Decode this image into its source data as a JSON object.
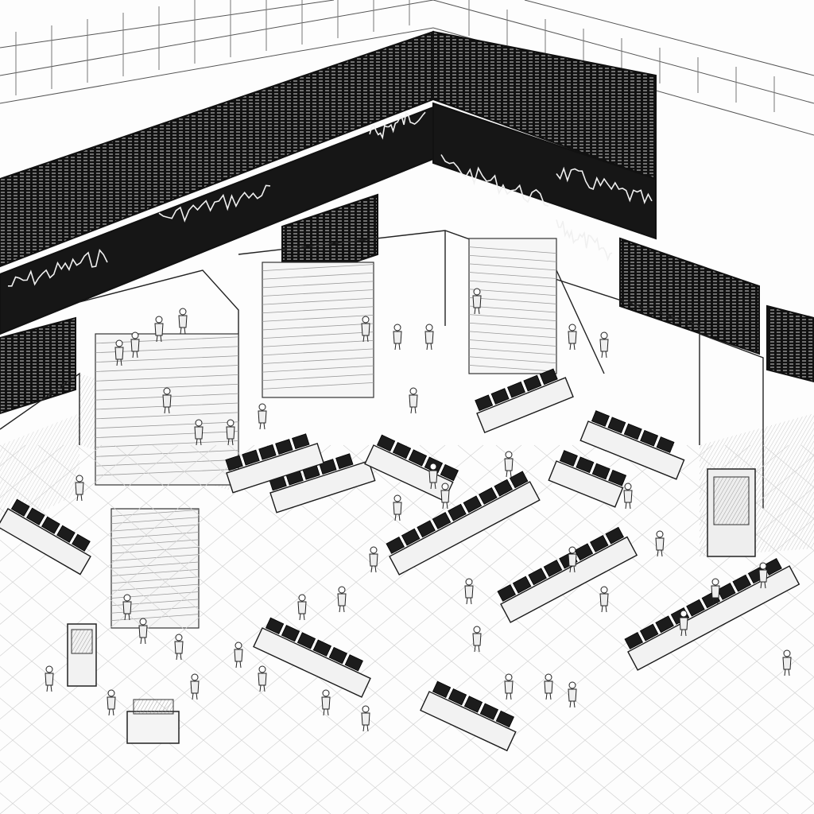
{
  "scene": {
    "subject": "trading-floor-sketch",
    "style": "pencil-line-drawing",
    "palette": {
      "ink": "#1a1a1a",
      "paper": "#fdfdfd",
      "screen": "#111111",
      "tone": "#9a9a9a",
      "floor_grid": "#c8c8c8"
    }
  },
  "ticker_boards": {
    "left_wall": {
      "panel_count": 4
    },
    "right_wall": {
      "panel_count": 3
    },
    "chart_panels": 6
  },
  "floor": {
    "trading_desks": 12,
    "staircases": 4,
    "traders": 46
  }
}
